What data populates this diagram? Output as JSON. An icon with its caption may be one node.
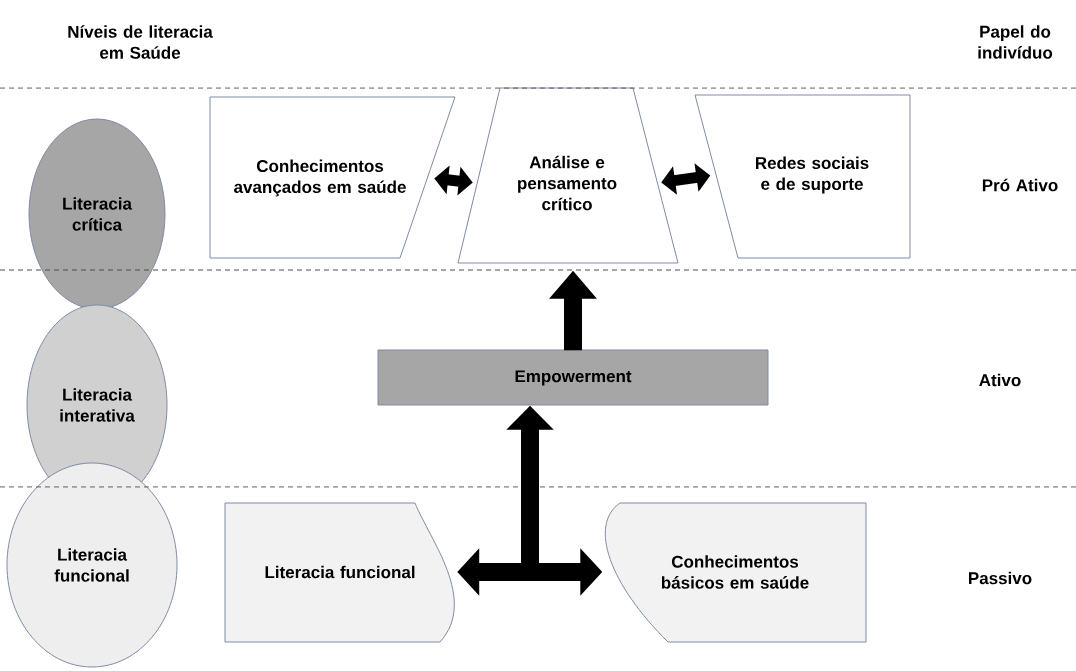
{
  "diagram": {
    "nodes": [
      {
        "text": [
          "Literacia crítica"
        ]
      },
      {
        "text": [
          "Literacia interativa"
        ]
      },
      {
        "text": [
          "Literacia funcional"
        ]
      },
      {
        "text": [
          "Conhecimentos avançados em saúde"
        ]
      },
      {
        "text": [
          "Análise e pensamento crítico"
        ]
      },
      {
        "text": [
          "Redes sociais e de suporte"
        ]
      },
      {
        "text": [
          "Empowerment"
        ]
      },
      {
        "text": [
          "Literacia funcional"
        ]
      },
      {
        "text": [
          "Conhecimentos básicos em saúde"
        ]
      }
    ],
    "edges": [
      {
        "from": 3,
        "to": 4,
        "arrow": "both"
      },
      {
        "from": 4,
        "to": 5,
        "arrow": "both"
      },
      {
        "from": 6,
        "to": 4,
        "arrow": "to"
      },
      {
        "from": 7,
        "to": 8,
        "arrow": "both"
      },
      {
        "from": null,
        "to": 6,
        "arrow": "to"
      }
    ],
    "labels": [
      "Níveis de literacia em Saúde",
      "Papel do indivíduo",
      "Pró Ativo",
      "Ativo",
      "Passivo"
    ]
  }
}
